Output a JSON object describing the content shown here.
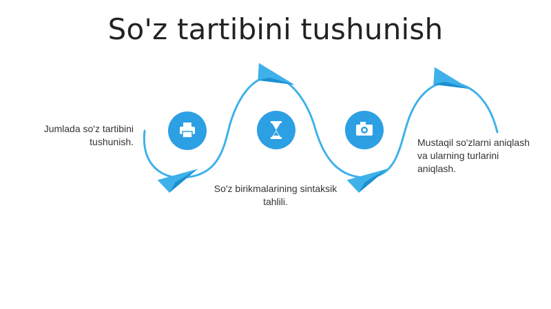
{
  "title": "So'z tartibini tushunish",
  "steps": [
    {
      "text": "Jumlada so'z tartibini tushunish.",
      "icon": "printer-icon"
    },
    {
      "text": "So'z birikmalarining sintaksik tahlili.",
      "icon": "hourglass-icon"
    },
    {
      "text": "Mustaqil so'zlarni aniqlash va ularning turlarini aniqlash.",
      "icon": "camera-icon"
    }
  ],
  "colors": {
    "accent": "#3eb1ea",
    "dark_accent": "#1d8fd0",
    "text": "#333333"
  }
}
